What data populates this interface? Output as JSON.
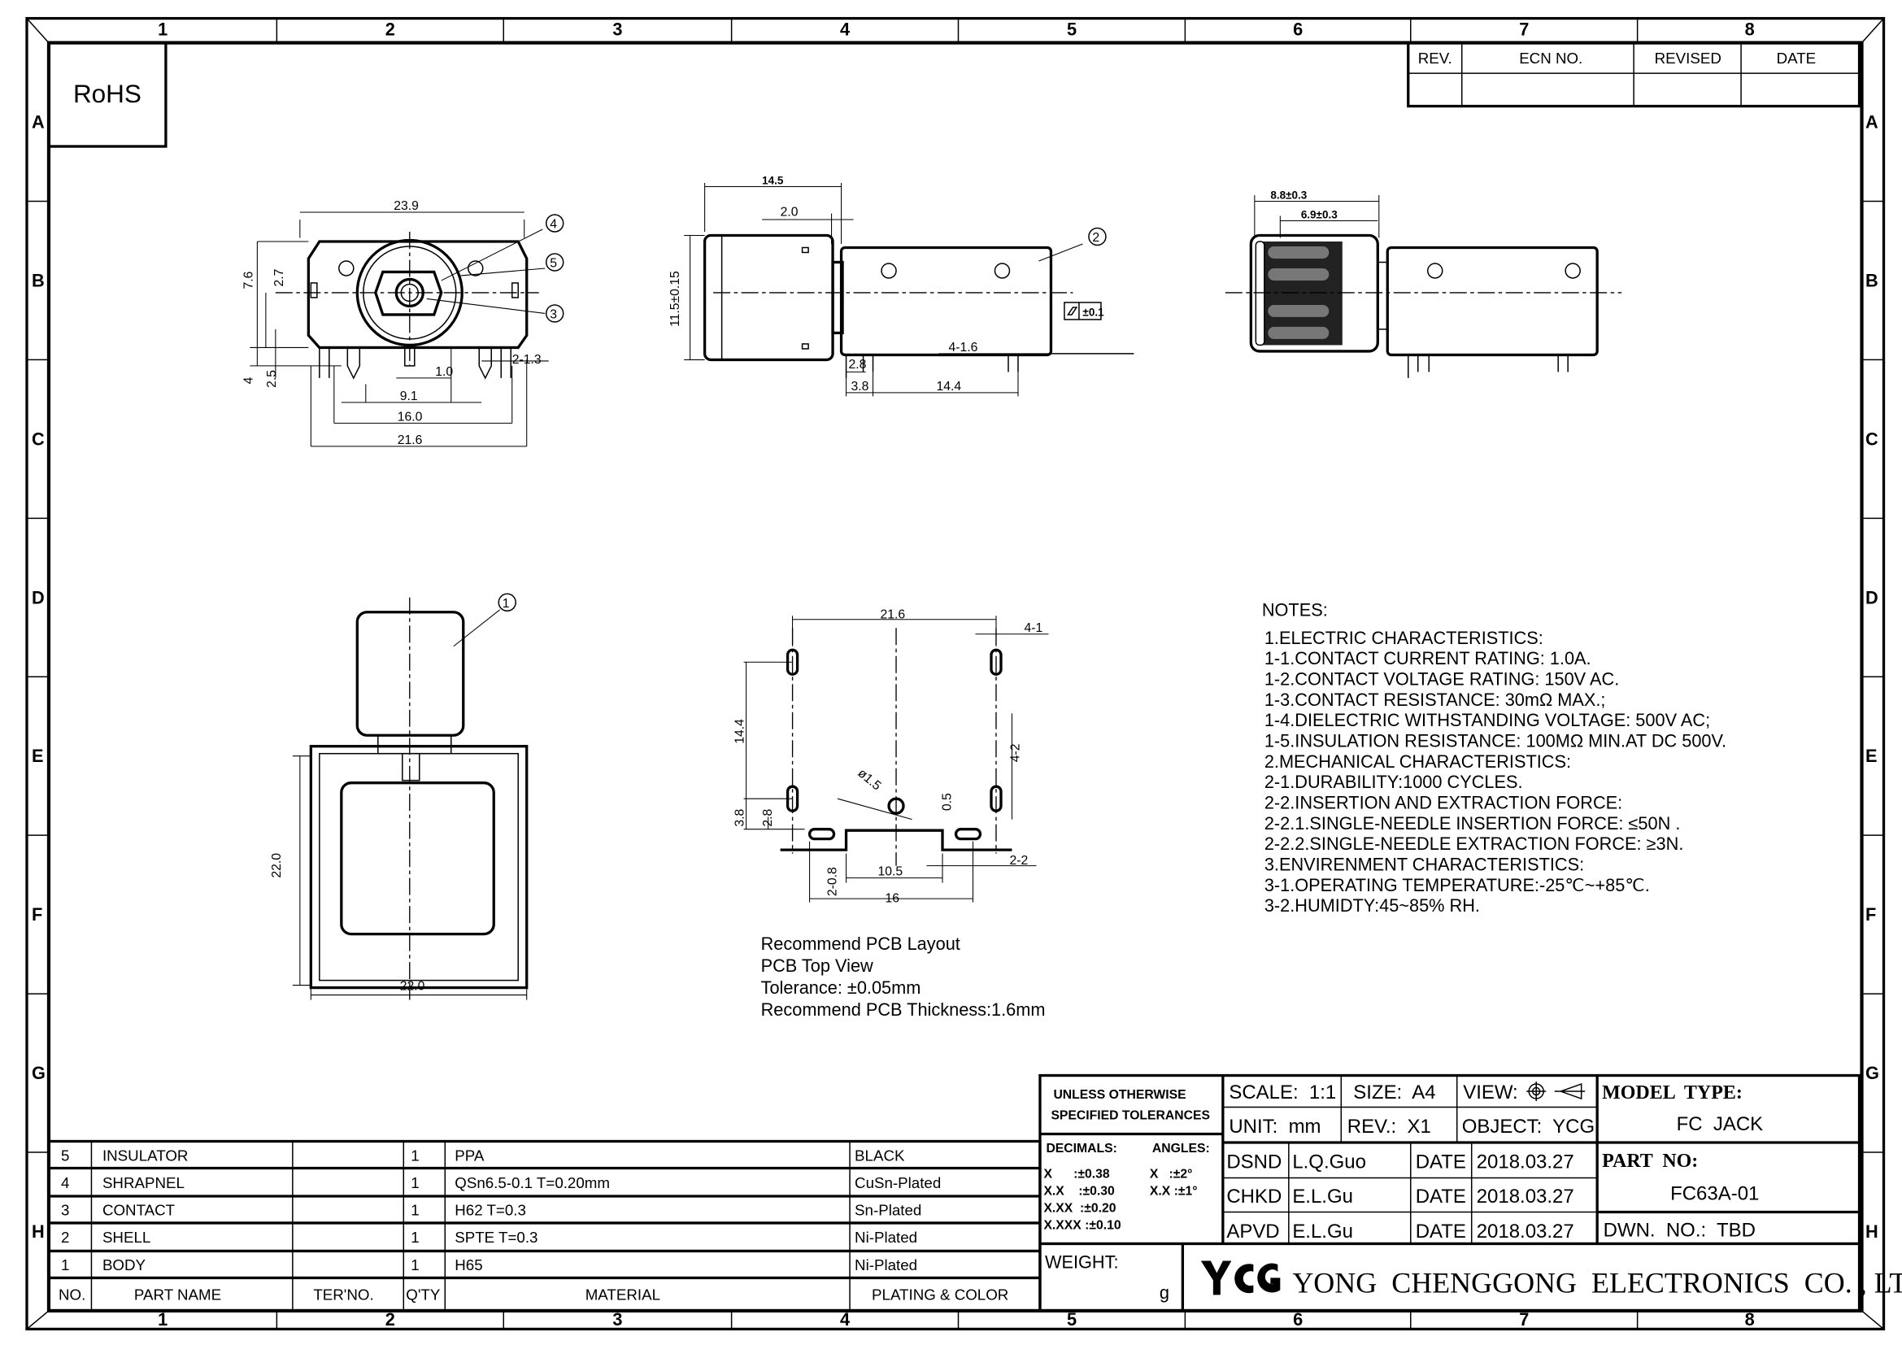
{
  "sheet": {
    "columns": [
      "1",
      "2",
      "3",
      "4",
      "5",
      "6",
      "7",
      "8"
    ],
    "rows": [
      "A",
      "B",
      "C",
      "D",
      "E",
      "F",
      "G",
      "H"
    ],
    "rohs": "RoHS"
  },
  "revision_table": {
    "headers": [
      "REV.",
      "ECN NO.",
      "REVISED",
      "DATE"
    ]
  },
  "views": {
    "front": {
      "dims": [
        "23.9",
        "7.6",
        "2.7",
        "4",
        "2.5",
        "1.0",
        "2-1.3",
        "9.1",
        "16.0",
        "21.6"
      ],
      "balloons": [
        "4",
        "5",
        "3"
      ]
    },
    "side": {
      "dims": [
        "14.5",
        "2.0",
        "11.5±0.15",
        "2.8",
        "3.8",
        "14.4",
        "4-1.6"
      ],
      "balloon": "2",
      "flatness": "±0.1"
    },
    "section": {
      "dims": [
        "8.8±0.3",
        "6.9±0.3"
      ]
    },
    "body": {
      "dims": [
        "22.0",
        "22.0"
      ],
      "balloon": "1"
    },
    "pcb": {
      "dims": [
        "21.6",
        "4-1",
        "14.4",
        "4-2",
        "ø1.5",
        "0.5",
        "3.8",
        "2.8",
        "2-0.8",
        "10.5",
        "16",
        "2-2"
      ],
      "caption": [
        "Recommend PCB Layout",
        "PCB Top View",
        "Tolerance: ±0.05mm",
        "Recommend PCB Thickness:1.6mm"
      ]
    }
  },
  "notes": {
    "title": "NOTES:",
    "lines": [
      "1.ELECTRIC  CHARACTERISTICS:",
      "  1-1.CONTACT  CURRENT  RATING:  1.0A.",
      "  1-2.CONTACT  VOLTAGE  RATING:  150V  AC.",
      "  1-3.CONTACT  RESISTANCE:  30mΩ  MAX.;",
      "  1-4.DIELECTRIC  WITHSTANDING  VOLTAGE:  500V  AC;",
      "  1-5.INSULATION  RESISTANCE:  100MΩ  MIN.AT  DC  500V.",
      "2.MECHANICAL  CHARACTERISTICS:",
      "  2-1.DURABILITY:1000  CYCLES.",
      "  2-2.INSERTION  AND  EXTRACTION  FORCE:",
      "  2-2.1.SINGLE-NEEDLE  INSERTION  FORCE:  ≤50N  .",
      "  2-2.2.SINGLE-NEEDLE  EXTRACTION  FORCE:  ≥3N.",
      "3.ENVIRENMENT  CHARACTERISTICS:",
      "  3-1.OPERATING  TEMPERATURE:-25℃~+85℃.",
      "  3-2.HUMIDTY:45~85%  RH."
    ]
  },
  "bom": {
    "headers": [
      "NO.",
      "PART NAME",
      "TER'NO.",
      "Q'TY",
      "MATERIAL",
      "PLATING & COLOR"
    ],
    "rows": [
      [
        "5",
        "INSULATOR",
        "",
        "1",
        "PPA",
        "BLACK"
      ],
      [
        "4",
        "SHRAPNEL",
        "",
        "1",
        "QSn6.5-0.1  T=0.20mm",
        "CuSn-Plated"
      ],
      [
        "3",
        "CONTACT",
        "",
        "1",
        "H62  T=0.3",
        "Sn-Plated"
      ],
      [
        "2",
        "SHELL",
        "",
        "1",
        "SPTE   T=0.3",
        "Ni-Plated"
      ],
      [
        "1",
        "BODY",
        "",
        "1",
        "H65",
        "Ni-Plated"
      ]
    ]
  },
  "title_block": {
    "tolerance_title": [
      "UNLESS  OTHERWISE",
      "SPECIFIED  TOLERANCES"
    ],
    "decimals_label": "DECIMALS:",
    "angles_label": "ANGLES:",
    "decimals": [
      "X      :±0.38",
      "X.X    :±0.30",
      "X.XX  :±0.20",
      "X.XXX :±0.10"
    ],
    "angles": [
      "X   :±2°",
      "X.X :±1°"
    ],
    "weight_label": "WEIGHT:",
    "weight_unit": "g",
    "scale": "SCALE:  1:1",
    "size": "SIZE:  A4",
    "view": "VIEW:",
    "unit": "UNIT:  mm",
    "rev": "REV.:  X1",
    "object": "OBJECT:  YCG",
    "model_type_label": "MODEL  TYPE:",
    "model_type": "FC  JACK",
    "part_no_label": "PART  NO:",
    "part_no": "FC63A-01",
    "dwn_no": "DWN.  NO.:  TBD",
    "approvals": [
      {
        "role": "DSND",
        "name": "L.Q.Guo",
        "date_label": "DATE",
        "date": "2018.03.27"
      },
      {
        "role": "CHKD",
        "name": "E.L.Gu",
        "date_label": "DATE",
        "date": "2018.03.27"
      },
      {
        "role": "APVD",
        "name": "E.L.Gu",
        "date_label": "DATE",
        "date": "2018.03.27"
      }
    ],
    "logo": "YCG",
    "company": "YONG  CHENGGONG  ELECTRONICS  CO. , LTD."
  }
}
